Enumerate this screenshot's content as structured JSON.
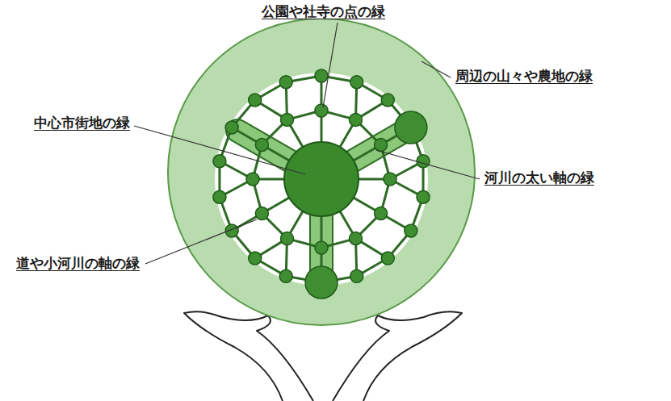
{
  "diagram": {
    "labels": [
      "公園や社寺の点の緑",
      "周辺の山々や農地の緑",
      "中心市街地の緑",
      "河川の太い軸の緑",
      "道や小河川の軸の緑"
    ]
  }
}
